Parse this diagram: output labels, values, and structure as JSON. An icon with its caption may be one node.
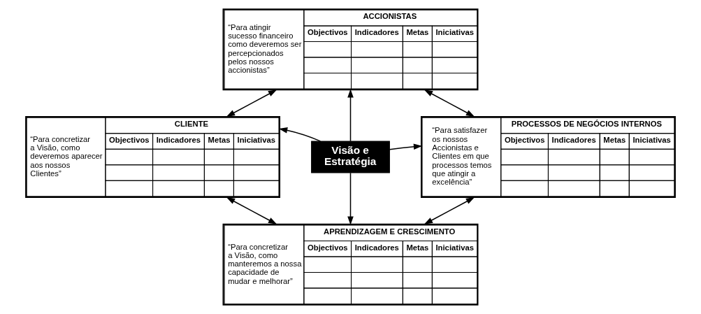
{
  "diagram": {
    "nodes": [
      {
        "text": [
          "“Para atingir sucesso financeiro como deveremos ser percepcionados pelos nossos accionistas”",
          "ACCIONISTAS",
          "Objectivos",
          "Indicadores",
          "Metas",
          "Iniciativas"
        ]
      },
      {
        "text": [
          "“Para concretizar a Visão, como deveremos aparecer aos nossos Clientes”",
          "CLIENTE",
          "Objectivos",
          "Indicadores",
          "Metas",
          "Iniciativas"
        ]
      },
      {
        "text": [
          "Visão e Estratégia"
        ]
      },
      {
        "text": [
          "“Para satisfazer os nossos Accionistas e Clientes em que processos temos que atingir a excelência”",
          "PROCESSOS DE NEGÓCIOS INTERNOS",
          "Objectivos",
          "Indicadores",
          "Metas",
          "Iniciativas"
        ]
      },
      {
        "text": [
          "“Para concretizar a Visão, como manteremos a nossa capacidade de mudar e melhorar”",
          "APRENDIZAGEM E CRESCIMENTO",
          "Objectivos",
          "Indicadores",
          "Metas",
          "Iniciativas"
        ]
      }
    ],
    "edges": [
      {
        "from": 2,
        "to": 0,
        "arrow": "to"
      },
      {
        "from": 2,
        "to": 1,
        "arrow": "to"
      },
      {
        "from": 2,
        "to": 3,
        "arrow": "to"
      },
      {
        "from": 2,
        "to": 4,
        "arrow": "to"
      },
      {
        "from": 0,
        "to": 1,
        "arrow": "both"
      },
      {
        "from": 0,
        "to": 3,
        "arrow": "both"
      },
      {
        "from": 1,
        "to": 4,
        "arrow": "both"
      },
      {
        "from": 3,
        "to": 4,
        "arrow": "both"
      }
    ]
  }
}
